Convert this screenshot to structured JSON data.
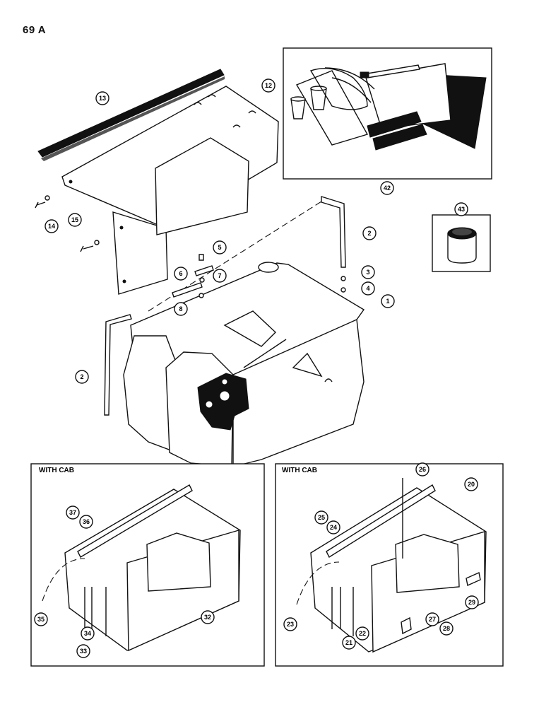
{
  "page": {
    "label": "69 A"
  },
  "panels": {
    "left_box_title": "WITH CAB",
    "right_box_title": "WITH CAB"
  },
  "callouts": [
    "1",
    "2",
    "3",
    "4",
    "5",
    "6",
    "7",
    "8",
    "12",
    "13",
    "14",
    "15",
    "20",
    "21",
    "22",
    "23",
    "24",
    "25",
    "26",
    "27",
    "28",
    "29",
    "32",
    "33",
    "34",
    "35",
    "36",
    "37",
    "42",
    "43"
  ]
}
